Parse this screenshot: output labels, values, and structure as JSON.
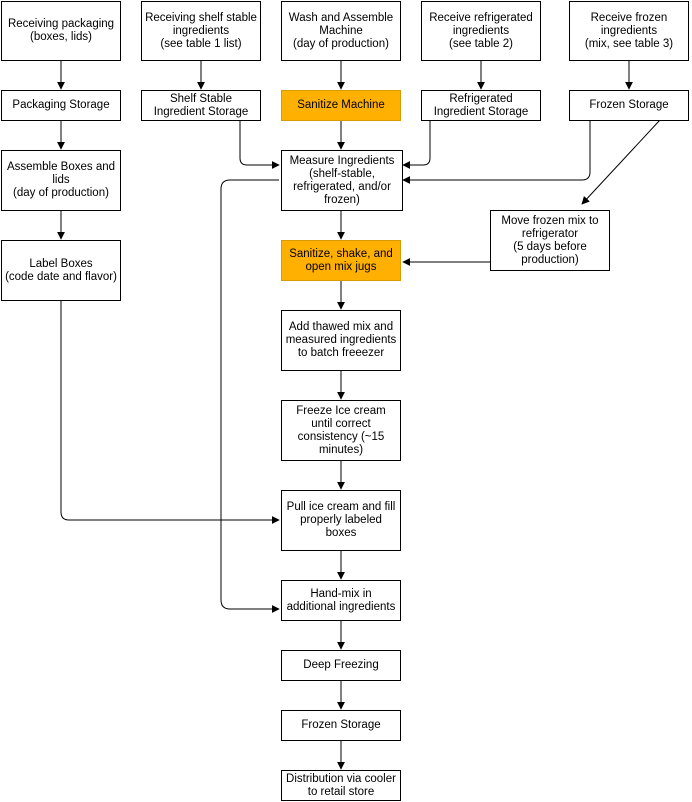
{
  "colors": {
    "highlight": "#ffb000",
    "highlight_border": "#d79b00",
    "stroke": "#000000"
  },
  "nodes": {
    "recv_pack": "Receiving packaging\n(boxes, lids)",
    "recv_shelf": "Receiving shelf stable\ningredients\n(see table 1 list)",
    "wash": "Wash and Assemble\nMachine\n(day of production)",
    "recv_refr": "Receive refrigerated\ningredients\n(see table 2)",
    "recv_froz": "Receive frozen\ningredients\n(mix, see table 3)",
    "pack_store": "Packaging Storage",
    "shelf_store": "Shelf Stable\nIngredient Storage",
    "sanitize": "Sanitize Machine",
    "refr_store": "Refrigerated\nIngredient Storage",
    "froz_store": "Frozen Storage",
    "assemble": "Assemble Boxes and\nlids\n(day of production)",
    "measure": "Measure Ingredients\n(shelf-stable,\nrefrigerated, and/or\nfrozen)",
    "move_mix": "Move frozen mix to\nrefrigerator\n(5 days before\nproduction)",
    "label": "Label Boxes\n(code date and flavor)",
    "shake": "Sanitize, shake, and\nopen mix jugs",
    "add_mix": "Add thawed mix and\nmeasured ingredients\nto batch freeezer",
    "freeze": "Freeze Ice cream\nuntil correct\nconsistency (~15\nminutes)",
    "pull": "Pull ice cream and fill\nproperly labeled\nboxes",
    "handmix": "Hand-mix in\nadditional ingredients",
    "deep": "Deep Freezing",
    "froz_store2": "Frozen Storage",
    "distrib": "Distribution via cooler\nto retail store"
  }
}
